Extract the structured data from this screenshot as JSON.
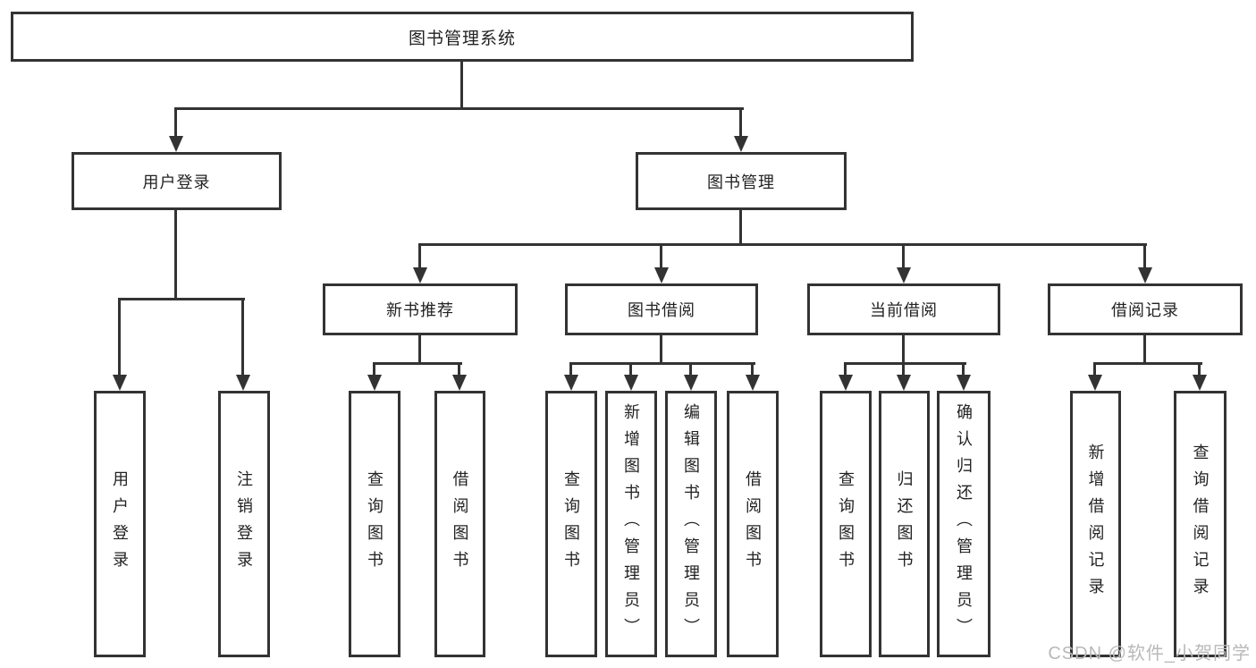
{
  "tree": {
    "root": {
      "label": "图书管理系统"
    },
    "children": [
      {
        "label": "用户登录",
        "children": [
          {
            "label": "用户登录"
          },
          {
            "label": "注销登录"
          }
        ]
      },
      {
        "label": "图书管理",
        "children": [
          {
            "label": "新书推荐",
            "children": [
              {
                "label": "查询图书"
              },
              {
                "label": "借阅图书"
              }
            ]
          },
          {
            "label": "图书借阅",
            "children": [
              {
                "label": "查询图书"
              },
              {
                "label": "新增图书（管理员）"
              },
              {
                "label": "编辑图书（管理员）"
              },
              {
                "label": "借阅图书"
              }
            ]
          },
          {
            "label": "当前借阅",
            "children": [
              {
                "label": "查询图书"
              },
              {
                "label": "归还图书"
              },
              {
                "label": "确认归还（管理员）"
              }
            ]
          },
          {
            "label": "借阅记录",
            "children": [
              {
                "label": "新增借阅记录"
              },
              {
                "label": "查询借阅记录"
              }
            ]
          }
        ]
      }
    ]
  },
  "watermark": "CSDN @软件_小贺同学",
  "icons": {
    "arrowhead_icon": "solid-triangle-down"
  },
  "colors": {
    "line": "#333333",
    "box_border": "#333333",
    "text": "#222222",
    "watermark": "#b9b9b9",
    "background": "#ffffff"
  }
}
